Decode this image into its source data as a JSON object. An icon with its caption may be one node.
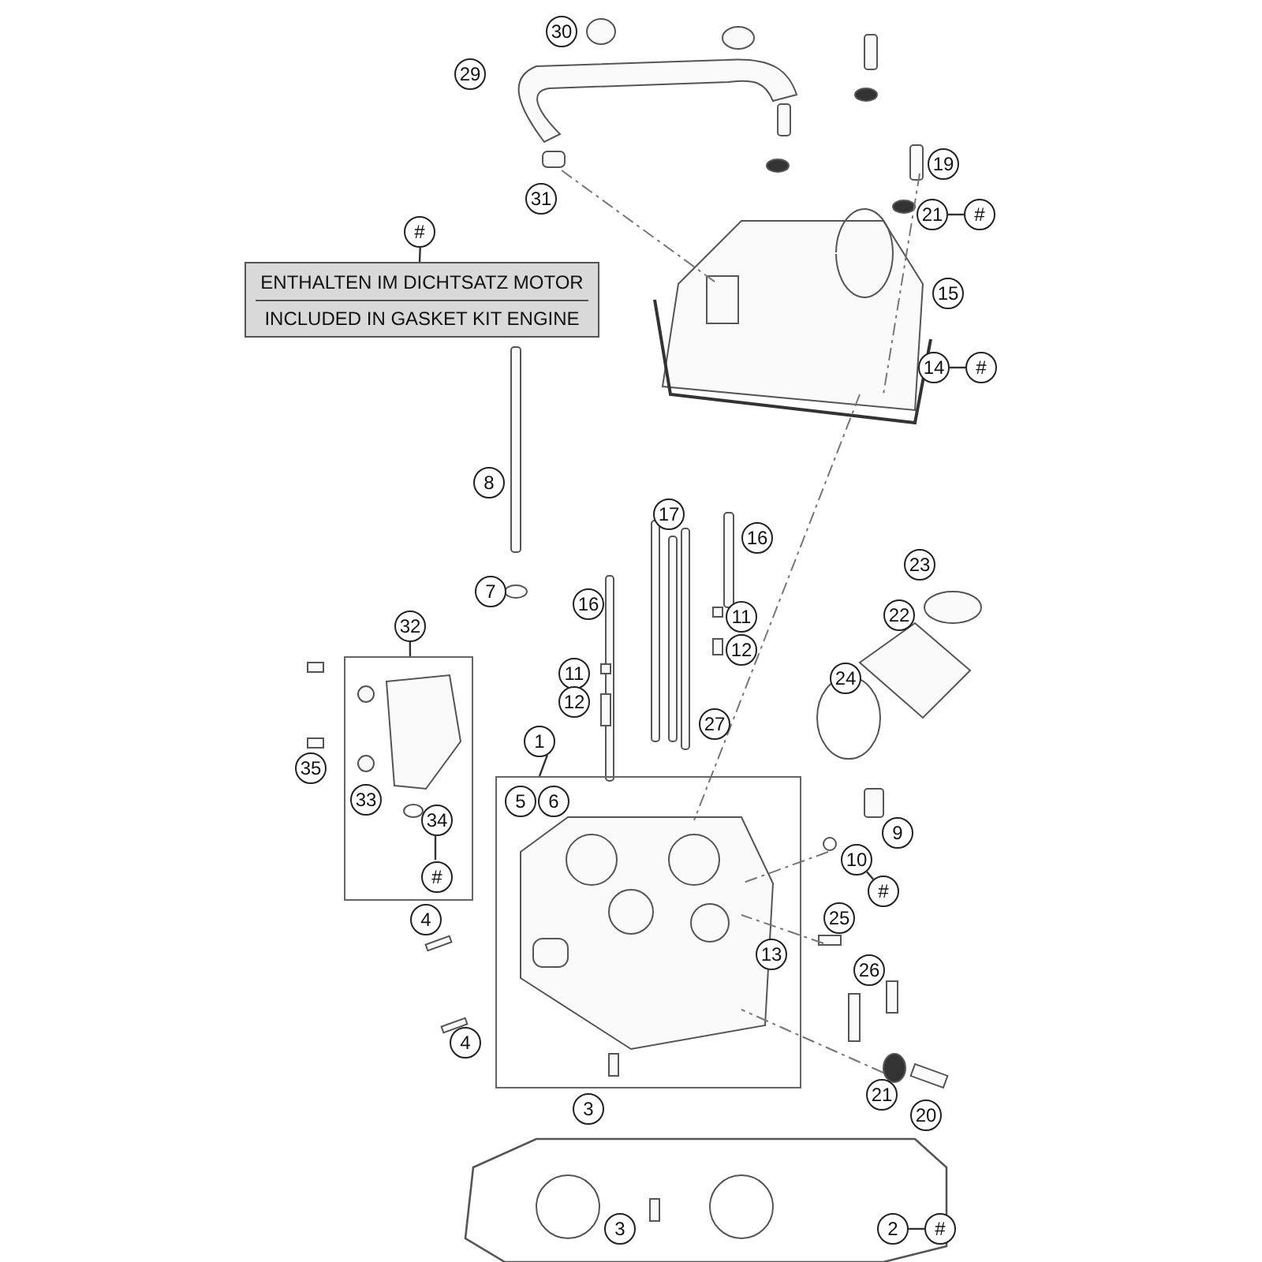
{
  "diagram": {
    "nodes": [
      {
        "text": [
          "30"
        ]
      },
      {
        "text": [
          "29"
        ]
      },
      {
        "text": [
          "31"
        ]
      },
      {
        "text": [
          "19"
        ]
      },
      {
        "text": [
          "21"
        ]
      },
      {
        "text": [
          "#"
        ]
      },
      {
        "text": [
          "#"
        ]
      },
      {
        "text": [
          "ENTHALTEN IM DICHTSATZ MOTOR",
          "INCLUDED IN GASKET KIT ENGINE"
        ]
      },
      {
        "text": [
          "15"
        ]
      },
      {
        "text": [
          "14"
        ]
      },
      {
        "text": [
          "#"
        ]
      },
      {
        "text": [
          "8"
        ]
      },
      {
        "text": [
          "17"
        ]
      },
      {
        "text": [
          "16"
        ]
      },
      {
        "text": [
          "23"
        ]
      },
      {
        "text": [
          "7"
        ]
      },
      {
        "text": [
          "16"
        ]
      },
      {
        "text": [
          "11"
        ]
      },
      {
        "text": [
          "22"
        ]
      },
      {
        "text": [
          "32"
        ]
      },
      {
        "text": [],
        "shape": "box"
      },
      {
        "text": [
          "12"
        ]
      },
      {
        "text": [
          "11"
        ]
      },
      {
        "text": [
          "24"
        ]
      },
      {
        "text": [
          "12"
        ]
      },
      {
        "text": [
          "27"
        ]
      },
      {
        "text": [
          "1"
        ]
      },
      {
        "text": [
          "35"
        ]
      },
      {
        "text": [],
        "shape": "box"
      },
      {
        "text": [
          "5"
        ],
        "in": 28
      },
      {
        "text": [
          "6"
        ],
        "in": 28
      },
      {
        "text": [
          "33"
        ],
        "in": 20
      },
      {
        "text": [
          "9"
        ]
      },
      {
        "text": [
          "34"
        ],
        "in": 20
      },
      {
        "text": [
          "10"
        ]
      },
      {
        "text": [
          "#"
        ],
        "in": 20
      },
      {
        "text": [
          "#"
        ]
      },
      {
        "text": [
          "25"
        ]
      },
      {
        "text": [
          "4"
        ]
      },
      {
        "text": [
          "13"
        ],
        "in": 28
      },
      {
        "text": [
          "26"
        ]
      },
      {
        "text": [
          "4"
        ]
      },
      {
        "text": [
          "21"
        ]
      },
      {
        "text": [
          "3"
        ]
      },
      {
        "text": [
          "20"
        ]
      },
      {
        "text": [
          "3"
        ]
      },
      {
        "text": [
          "2"
        ]
      },
      {
        "text": [
          "#"
        ]
      }
    ],
    "edges": [
      {
        "from": 4,
        "to": 5,
        "arrow": "none"
      },
      {
        "from": 6,
        "to": 7,
        "arrow": "none"
      },
      {
        "from": 9,
        "to": 10,
        "arrow": "none"
      },
      {
        "from": 19,
        "to": 20,
        "arrow": "none"
      },
      {
        "from": 26,
        "to": 28,
        "arrow": "none"
      },
      {
        "from": 33,
        "to": 35,
        "arrow": "none"
      },
      {
        "from": 34,
        "to": 36,
        "arrow": "none"
      },
      {
        "from": 46,
        "to": 47,
        "arrow": "none"
      }
    ]
  }
}
